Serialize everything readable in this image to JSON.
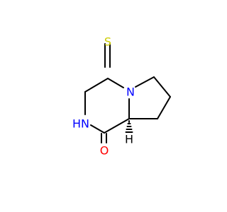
{
  "molecule": {
    "atoms": {
      "sulfur": {
        "label": "S",
        "color": "#CCCC00"
      },
      "ring_nitrogen": {
        "label": "N",
        "color": "#0000FF"
      },
      "amide_nitrogen": {
        "label": "N",
        "color": "#0000FF"
      },
      "amide_hydrogen": {
        "label": "H",
        "color": "#0000FF"
      },
      "oxygen": {
        "label": "O",
        "color": "#FF0000"
      },
      "stereo_hydrogen": {
        "label": "H",
        "color": "#000000"
      }
    }
  }
}
